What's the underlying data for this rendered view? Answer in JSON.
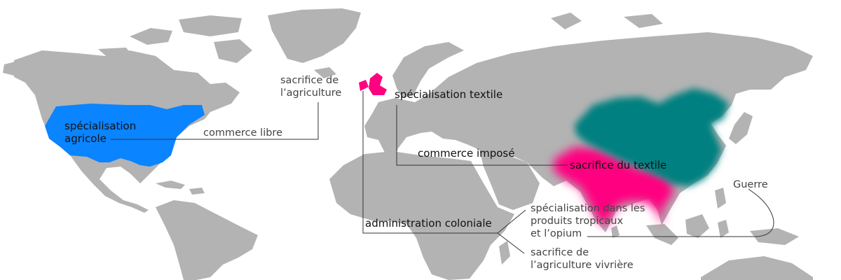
{
  "colors": {
    "land": "#b3b3b3",
    "usa": "#0a84ff",
    "britain": "#ff0080",
    "india": "#ff0080",
    "china": "#008080",
    "line": "#333333"
  },
  "regions": [
    {
      "name": "United States",
      "color": "usa"
    },
    {
      "name": "Great Britain",
      "color": "britain"
    },
    {
      "name": "India",
      "color": "india"
    },
    {
      "name": "China",
      "color": "china"
    }
  ],
  "labels": {
    "usa_specialisation": [
      "spécialisation",
      "agricole"
    ],
    "free_trade": "commerce libre",
    "agri_sacrifice": [
      "sacrifice de",
      "l’agriculture"
    ],
    "textile_specialisation": "spécialisation textile",
    "imposed_trade": "commerce imposé",
    "textile_sacrifice": "sacrifice du textile",
    "war": "Guerre",
    "colonial_admin": "administration coloniale",
    "tropical_specialisation": [
      "spécialisation dans les",
      "produits tropicaux",
      "et l’opium"
    ],
    "food_agri_sacrifice": [
      "sacrifice de",
      "l’agriculture vivrière"
    ]
  }
}
